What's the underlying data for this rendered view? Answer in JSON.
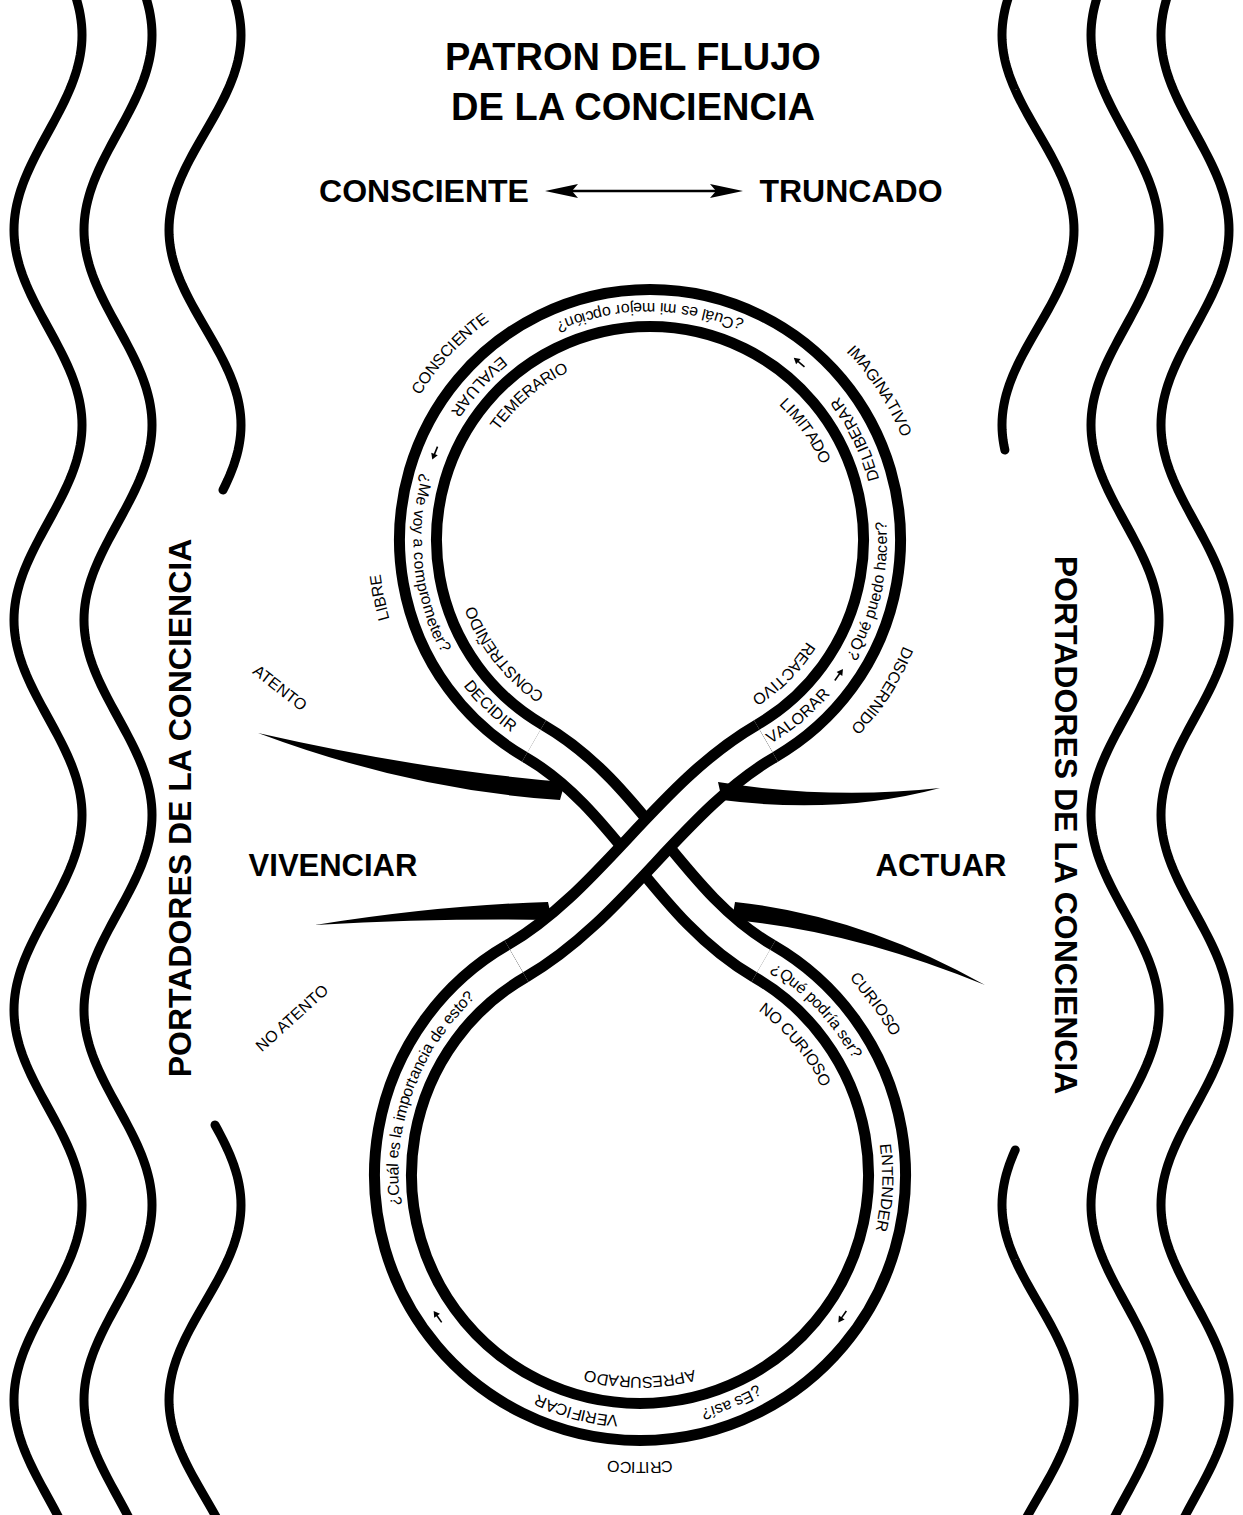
{
  "diagram": {
    "title": "PATRON DEL FLUJO DE LA CONCIENCIA",
    "labels": [
      "CONSCIENTE",
      "TRUNCADO",
      "PORTADORES DE LA CONCIENCIA",
      "PORTADORES DE LA CONCIENCIA",
      "CONSCIENTE",
      "IMAGINATIVO",
      "DISCERNIDO",
      "LIBRE",
      "ATENTO",
      "TEMERARIO",
      "LIMITADO",
      "REACTIVO",
      "CONSTREÑIDO",
      "VALORAR",
      "¿Qué puedo hacer?",
      "DELIBERAR",
      "¿Cuál es mi mejor opción?",
      "EVALUAR",
      "¿Me voy a comprometer?",
      "DECIDIR",
      "VIVENCIAR",
      "ACTUAR",
      "NO ATENTO",
      "CURIOSO",
      "NO CURIOSO",
      "¿Qué podría ser?",
      "ENTENDER",
      "¿Es así?",
      "VERIFICAR",
      "¿Cuál es la importancia de esto?",
      "APRESURADO",
      "CRITICO"
    ]
  }
}
